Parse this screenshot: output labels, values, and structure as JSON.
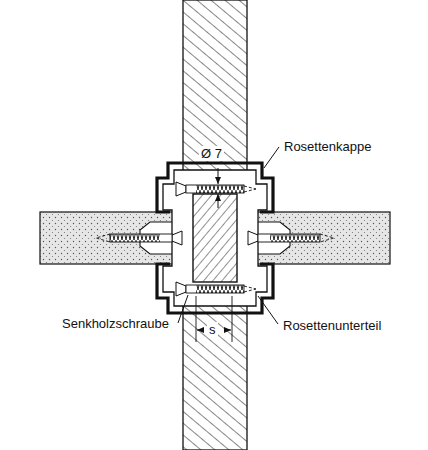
{
  "diagram": {
    "labels": [
      "Rosettenkappe",
      "Ø 7",
      "Senkholzschraube",
      "Rosettenunterteil",
      "s"
    ]
  }
}
